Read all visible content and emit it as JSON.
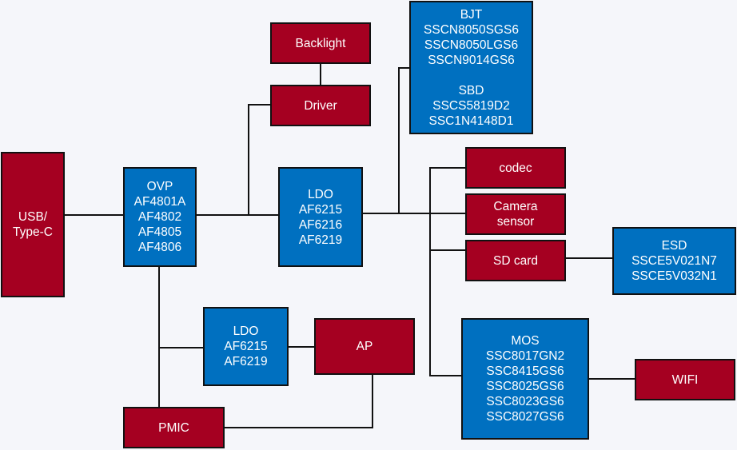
{
  "diagram": {
    "colors": {
      "peripheral_block": "#a50021",
      "component_block": "#0070c0",
      "wire": "#111111",
      "background": "#f5f6fa"
    },
    "blocks": {
      "usb": {
        "lines": [
          "USB/",
          "Type-C"
        ]
      },
      "ovp": {
        "lines": [
          "OVP",
          "AF4801A",
          "AF4802",
          "AF4805",
          "AF4806"
        ]
      },
      "ldo_main": {
        "lines": [
          "LDO",
          "AF6215",
          "AF6216",
          "AF6219"
        ]
      },
      "backlight": {
        "lines": [
          "Backlight"
        ]
      },
      "driver": {
        "lines": [
          "Driver"
        ]
      },
      "bjt_sbd": {
        "bjt_lines": [
          "BJT",
          "SSCN8050SGS6",
          "SSCN8050LGS6",
          "SSCN9014GS6"
        ],
        "sbd_lines": [
          "SBD",
          "SSCS5819D2",
          "SSC1N4148D1"
        ]
      },
      "codec": {
        "lines": [
          "codec"
        ]
      },
      "camera": {
        "lines": [
          "Camera",
          "sensor"
        ]
      },
      "sdcard": {
        "lines": [
          "SD card"
        ]
      },
      "esd": {
        "lines": [
          "ESD",
          "SSCE5V021N7",
          "SSCE5V032N1"
        ]
      },
      "mos": {
        "lines": [
          "MOS",
          "SSC8017GN2",
          "SSC8415GS6",
          "SSC8025GS6",
          "SSC8023GS6",
          "SSC8027GS6"
        ]
      },
      "wifi": {
        "lines": [
          "WIFI"
        ]
      },
      "ldo_ap": {
        "lines": [
          "LDO",
          "AF6215",
          "AF6219"
        ]
      },
      "ap": {
        "lines": [
          "AP"
        ]
      },
      "pmic": {
        "lines": [
          "PMIC"
        ]
      }
    },
    "connections": [
      [
        "usb",
        "ovp"
      ],
      [
        "ovp",
        "ldo_main"
      ],
      [
        "ovp",
        "driver"
      ],
      [
        "driver",
        "backlight"
      ],
      [
        "ldo_main",
        "bjt_sbd"
      ],
      [
        "ldo_main",
        "codec"
      ],
      [
        "ldo_main",
        "camera"
      ],
      [
        "ldo_main",
        "sdcard"
      ],
      [
        "ldo_main",
        "mos"
      ],
      [
        "sdcard",
        "esd"
      ],
      [
        "mos",
        "wifi"
      ],
      [
        "ovp",
        "ldo_ap"
      ],
      [
        "ovp",
        "pmic"
      ],
      [
        "ldo_ap",
        "ap"
      ],
      [
        "ap",
        "pmic"
      ]
    ]
  }
}
